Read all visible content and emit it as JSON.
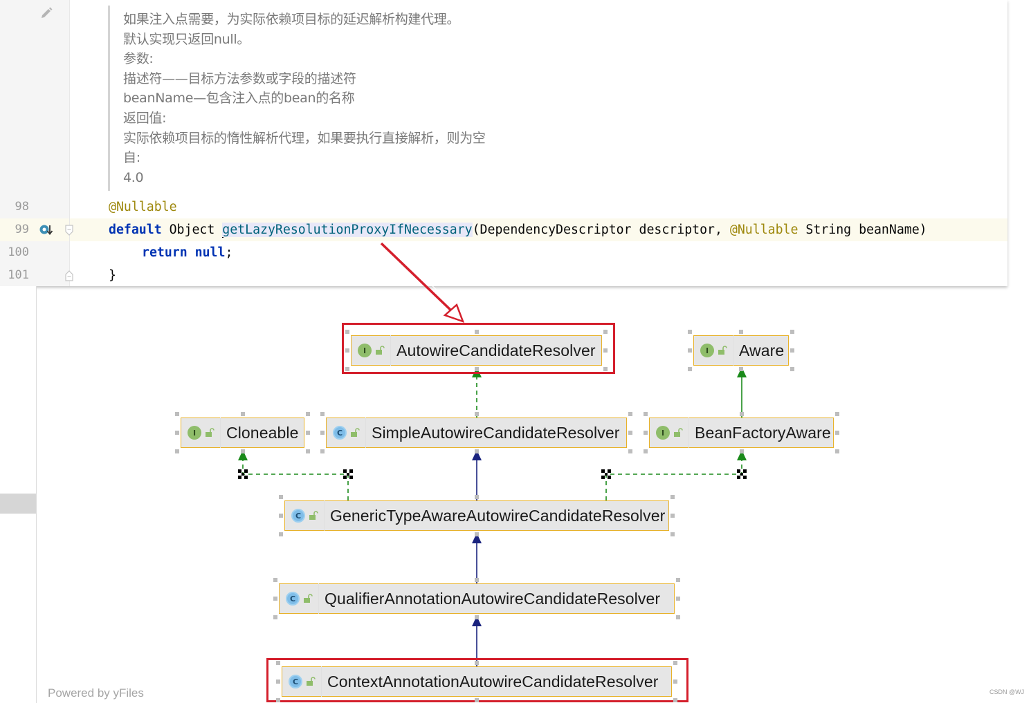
{
  "editor": {
    "doc_lines": [
      "如果注入点需要，为实际依赖项目标的延迟解析构建代理。",
      "默认实现只返回null。",
      "参数:",
      "描述符——目标方法参数或字段的描述符",
      "beanName—包含注入点的bean的名称",
      "返回值:",
      "实际依赖项目标的惰性解析代理，如果要执行直接解析，则为空",
      "自:",
      "4.0"
    ],
    "line_numbers": [
      "98",
      "99",
      "100",
      "101"
    ],
    "code": {
      "annotation_line": "@Nullable",
      "kw_default": "default",
      "type_object": " Object ",
      "method_name": "getLazyResolutionProxyIfNecessary",
      "params_open": "(DependencyDescriptor descriptor, ",
      "nullable": "@Nullable",
      "params_close": " String beanName)",
      "kw_return": "return",
      "kw_null": "null",
      "semicolon": ";",
      "close_brace": "}"
    }
  },
  "diagram": {
    "nodes": {
      "autowire_candidate_resolver": {
        "kind": "I",
        "name": "AutowireCandidateResolver"
      },
      "aware": {
        "kind": "I",
        "name": "Aware"
      },
      "cloneable": {
        "kind": "I",
        "name": "Cloneable"
      },
      "simple_autowire_candidate_resolver": {
        "kind": "C",
        "name": "SimpleAutowireCandidateResolver"
      },
      "bean_factory_aware": {
        "kind": "I",
        "name": "BeanFactoryAware"
      },
      "generic_type_aware_autowire_candidate_resolver": {
        "kind": "C",
        "name": "GenericTypeAwareAutowireCandidateResolver"
      },
      "qualifier_annotation_autowire_candidate_resolver": {
        "kind": "C",
        "name": "QualifierAnnotationAutowireCandidateResolver"
      },
      "context_annotation_autowire_candidate_resolver": {
        "kind": "C",
        "name": "ContextAnnotationAutowireCandidateResolver"
      }
    },
    "colors": {
      "implements_edge": "#1a8a1a",
      "extends_edge": "#1a237e",
      "highlight": "#d41f2c",
      "node_border": "#e8b22a"
    },
    "footer": "Powered by yFiles"
  },
  "watermark": "CSDN @WJ"
}
